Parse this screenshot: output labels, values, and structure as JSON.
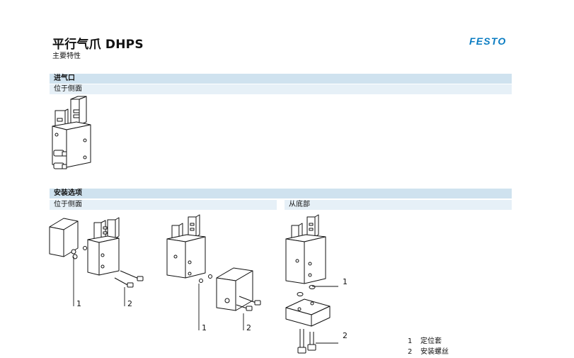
{
  "header": {
    "title": "平行气爪 DHPS",
    "subtitle": "主要特性",
    "brand": "FESTO"
  },
  "section1": {
    "heading": "进气口",
    "caption": "位于侧面"
  },
  "section2": {
    "heading": "安装选项",
    "caption_left": "位于侧面",
    "caption_right": "从底部"
  },
  "callouts": {
    "a1": "1",
    "a2": "2",
    "b1": "1",
    "b2": "2",
    "c1": "1",
    "c2": "2"
  },
  "legend": [
    {
      "num": "1",
      "text": "定位套"
    },
    {
      "num": "2",
      "text": "安装螺丝"
    }
  ]
}
